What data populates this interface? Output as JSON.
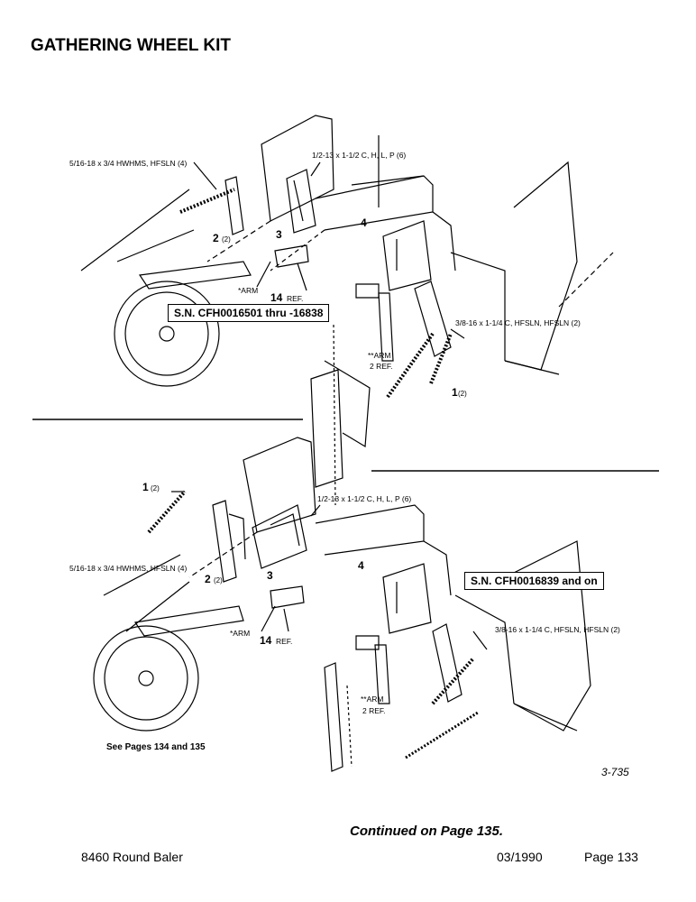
{
  "page_title": "GATHERING WHEEL KIT",
  "top_view": {
    "serial_box": "S.N. CFH0016501 thru -16838",
    "labels": {
      "hw_5_16": "5/16-18 x 3/4 HWHMS, HFSLN (4)",
      "hw_1_2": "1/2-13 x 1-1/2 C, H, L, P (6)",
      "hw_3_8": "3/8-16 x 1-1/4 C, HFSLN, HFSLN (2)",
      "part_2": "2",
      "part_2_qty": "(2)",
      "part_3": "3",
      "part_4": "4",
      "part_1": "1",
      "part_1_qty": "(2)",
      "arm": "*ARM",
      "part_14": "14",
      "ref": "REF.",
      "arm2_a": "**ARM",
      "arm2_b": "2 REF."
    }
  },
  "bottom_view": {
    "serial_box": "S.N. CFH0016839 and on",
    "labels": {
      "part_1": "1",
      "part_1_qty": "(2)",
      "hw_1_2": "1/2-13 x 1-1/2 C, H, L, P (6)",
      "hw_5_16": "5/16-18 x 3/4 HWHMS, HFSLN (4)",
      "part_2": "2",
      "part_2_qty": "(2)",
      "part_3": "3",
      "part_4": "4",
      "arm": "*ARM",
      "part_14": "14",
      "ref": "REF.",
      "hw_3_8": "3/8-16 x 1-1/4 C, HFSLN, HFSLN (2)",
      "arm2_a": "**ARM",
      "arm2_b": "2 REF."
    }
  },
  "see_pages": "See Pages 134 and 135",
  "figure_number": "3-735",
  "continued": "Continued on Page 135.",
  "footer": {
    "model": "8460 Round Baler",
    "date": "03/1990",
    "page": "Page 133"
  }
}
